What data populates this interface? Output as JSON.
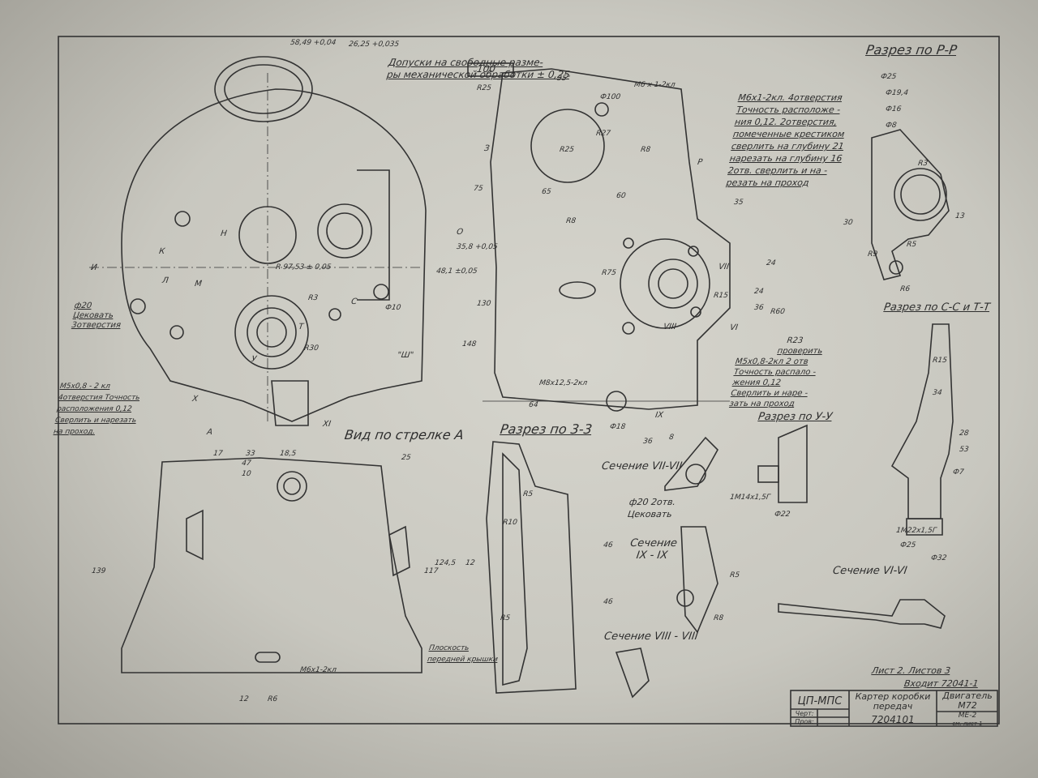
{
  "sheet": {
    "format_box": "100",
    "tolerance_note": [
      "Допуски на свободные разме-",
      "ры механической обработки ± 0,25"
    ],
    "view_labels": {
      "section_pp": "Разрез по Р-Р",
      "section_sst": "Разрез по С-С и Т-Т",
      "section_33": "Разрез по 3-3",
      "section_uu": "Разрез по У-У",
      "view_a": "Вид по стрелке А",
      "sec_vii": "Сечение VII-VII",
      "sec_ix": "Сечение IX - IX",
      "sec_viii": "Сечение VIII - VIII",
      "sec_vi": "Сечение VI-VI"
    },
    "notes": {
      "top_right": [
        "М6х1-2кл. 4отверстия",
        "Точность расположе -",
        "ния 0,12. 2отверстия,",
        "помеченные крестиком",
        "сверлить на глубину 21",
        "нарезать на глубину 16",
        "2отв. сверлить и на -",
        "резать на проход"
      ],
      "left": [
        "М5х0,8 - 2 кл",
        "4отверстия Точность",
        "расположения 0,12",
        "Сверлить и нарезать",
        "на проход."
      ],
      "right_mid": [
        "R23",
        "проверить",
        "М5х0,8-2кл 2 отв",
        "Точность распало -",
        "жения 0,12",
        "Сверлить и наре -",
        "зать на проход"
      ],
      "left_holes": [
        "ф20",
        "Цековать",
        "3отверстия"
      ],
      "cekovat": [
        "ф20  2отв.",
        "Цековать"
      ],
      "glass": [
        "Плоскость",
        "передней крышки"
      ]
    },
    "dimensions": [
      "58,49 +0,04",
      "26,25 +0,035",
      "R25",
      "35°",
      "Ф100",
      "M6 x 1-2кл",
      "R27",
      "R25",
      "R8",
      "75",
      "65",
      "60",
      "R8",
      "130",
      "148",
      "35,8 +0,05",
      "48,1 ±0,05",
      "R 97,53 ± 0,05",
      "R3",
      "R30",
      "Ф10",
      "M8x12,5-2кл",
      "64",
      "Ф18",
      "36",
      "8",
      "Ф25",
      "Ф19,4",
      "Ф16",
      "Ф8",
      "R3",
      "R5",
      "R9",
      "R6",
      "30",
      "13",
      "R15",
      "R10",
      "R5",
      "46",
      "46",
      "R5",
      "R8",
      "R5",
      "Ф22",
      "1М14х1,5Г",
      "Ф32",
      "Ф25",
      "1М22х1,5Г",
      "Ф7",
      "28",
      "53",
      "34",
      "17",
      "33",
      "18,5",
      "47",
      "10",
      "139",
      "117",
      "124,5",
      "12",
      "12",
      "R6",
      "M6x1-2кл",
      "25",
      "35",
      "24",
      "24",
      "36",
      "R60",
      "R15",
      "R75"
    ],
    "marks": [
      "Р",
      "З",
      "О",
      "И",
      "К",
      "Л",
      "М",
      "Н",
      "С",
      "Т",
      "У",
      "X",
      "XI",
      "A",
      "IX",
      "VII",
      "VIII",
      "VI",
      "\"Ш\""
    ]
  },
  "title_block": {
    "sheet_info": "Лист 2.  Листов 3",
    "part_of": "Входит 72041-1",
    "org": "ЦП-МПС",
    "name": "Картер коробки передач",
    "product": "Двигатель М72",
    "number": "7204101",
    "material": "МЕ-2",
    "scale_note": "см. лист 1",
    "drawn_label": "Черт:",
    "checked_label": "Пров:"
  }
}
